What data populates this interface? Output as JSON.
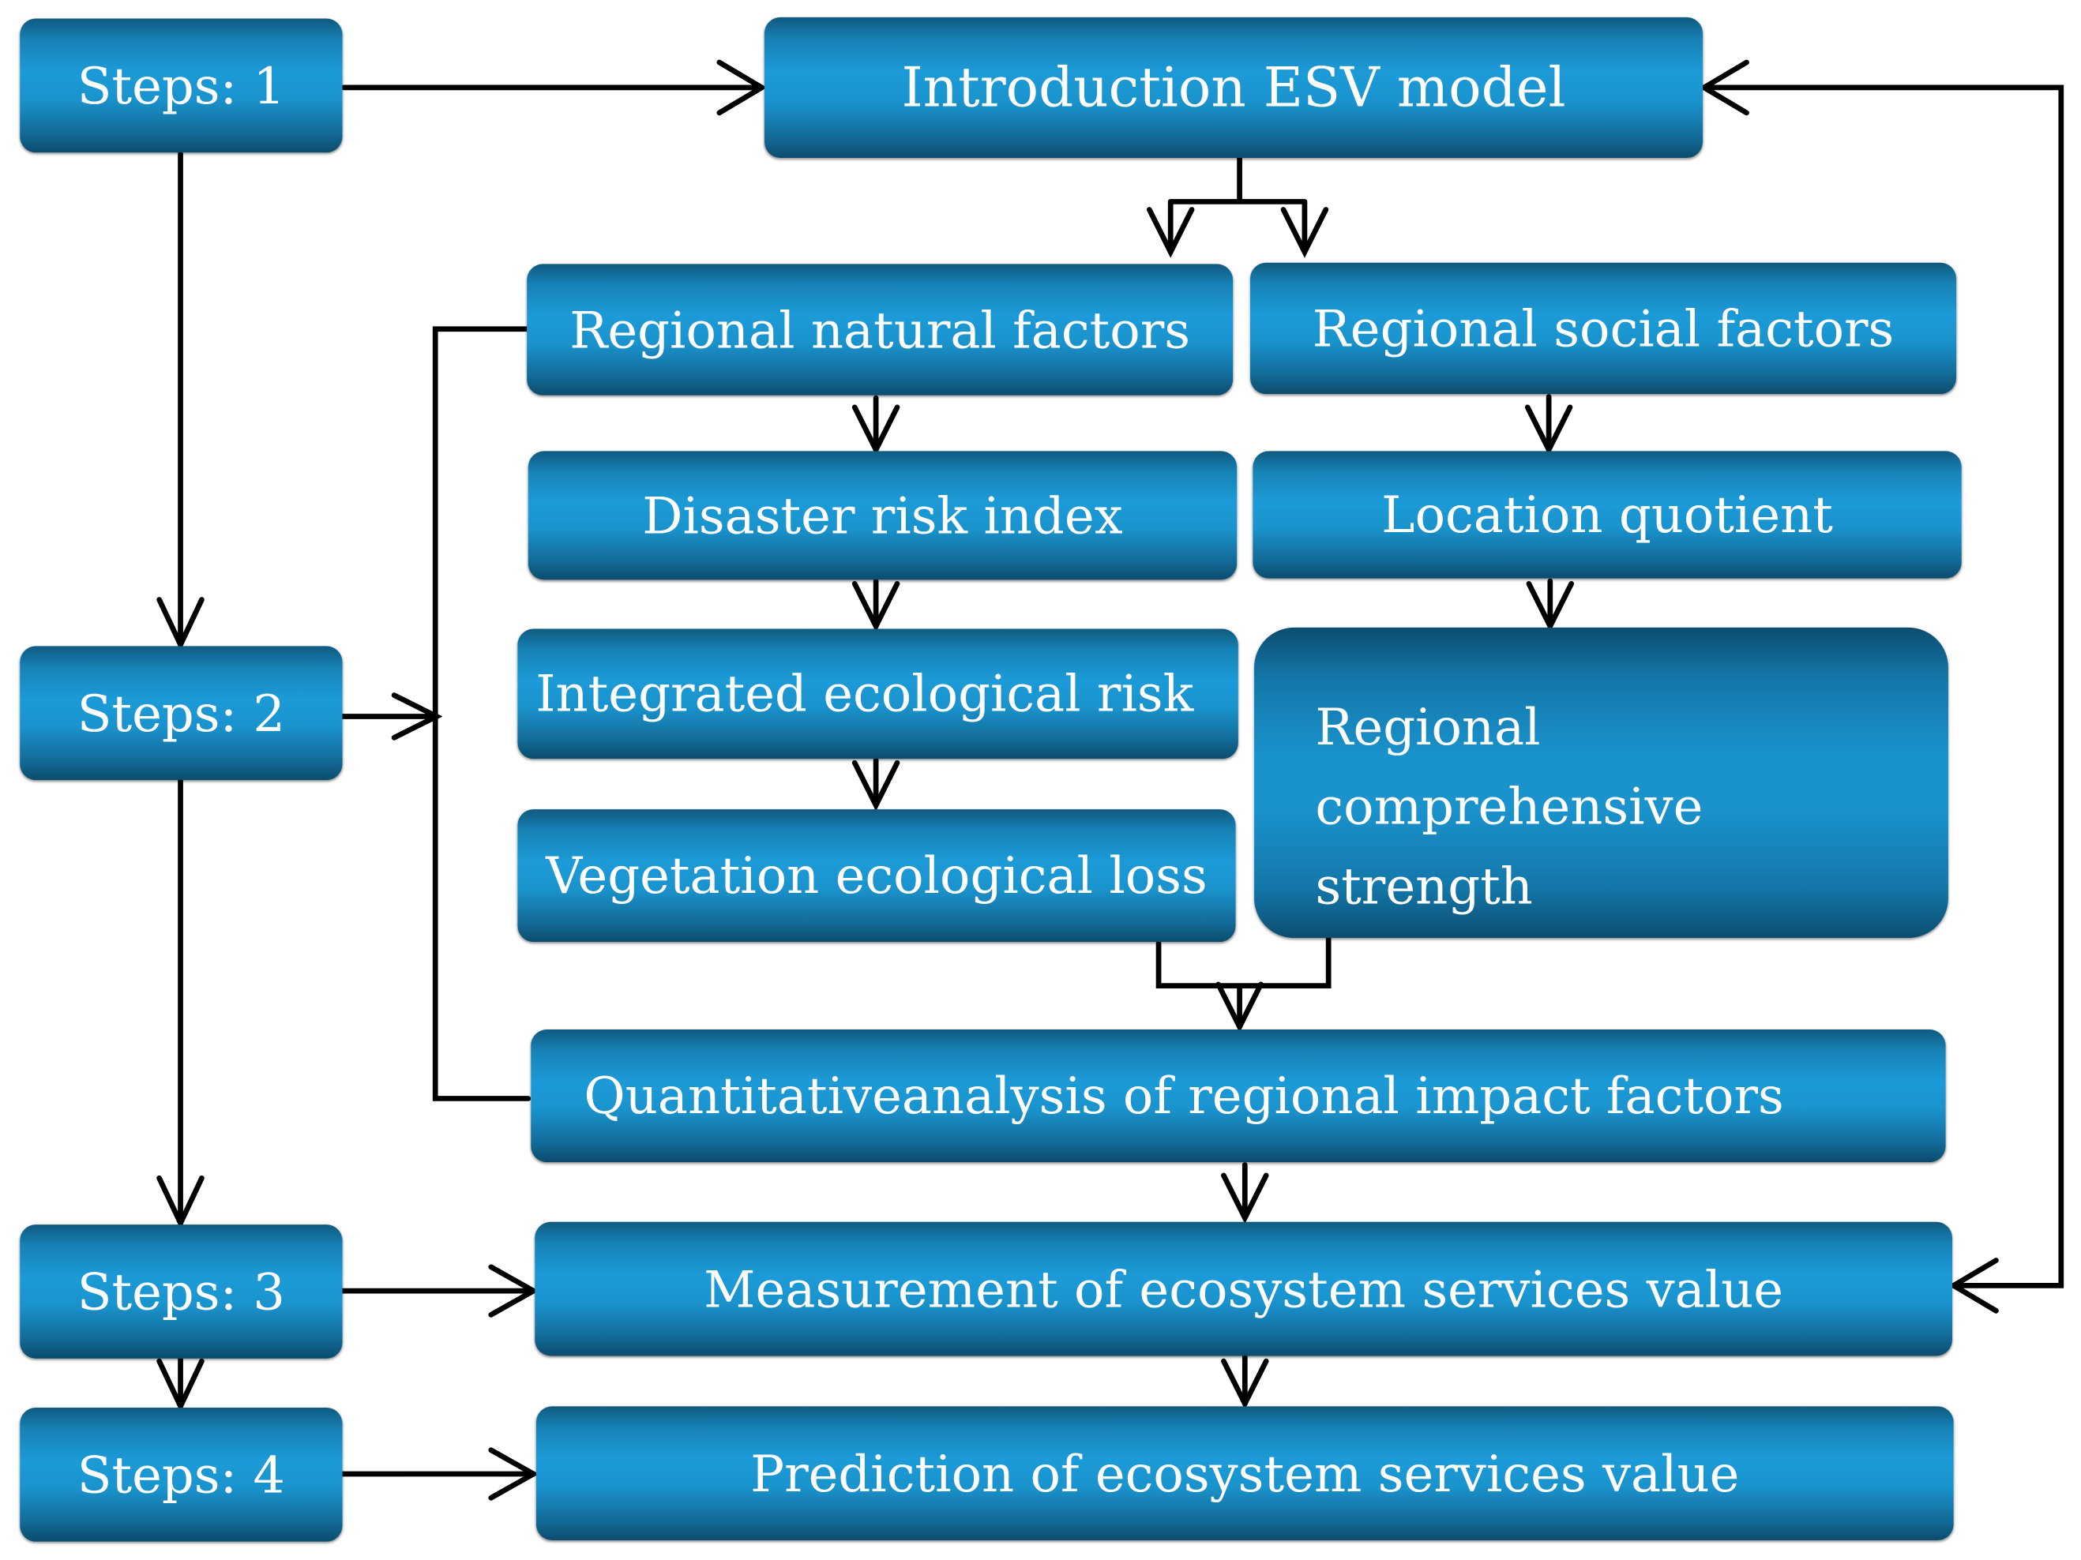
{
  "steps": {
    "step1": "Steps: 1",
    "step2": "Steps: 2",
    "step3": "Steps: 3",
    "step4": "Steps: 4"
  },
  "boxes": {
    "esv_model": "Introduction ESV model",
    "natural_factors": "Regional natural factors",
    "social_factors": "Regional social factors",
    "disaster_risk": "Disaster risk index",
    "location_quotient": "Location quotient",
    "integrated_risk": "Integrated ecological risk",
    "comprehensive_strength": "Regional comprehensive strength",
    "vegetation_loss": "Vegetation ecological loss",
    "quantitative_analysis": "Quantitativeanalysis of regional impact factors",
    "measurement": "Measurement of ecosystem services value",
    "prediction": "Prediction of ecosystem services value"
  },
  "colors": {
    "box_fill": "#1a93cd",
    "box_edge": "#0b4c6d",
    "text": "#ffffff",
    "connector": "#000000"
  }
}
